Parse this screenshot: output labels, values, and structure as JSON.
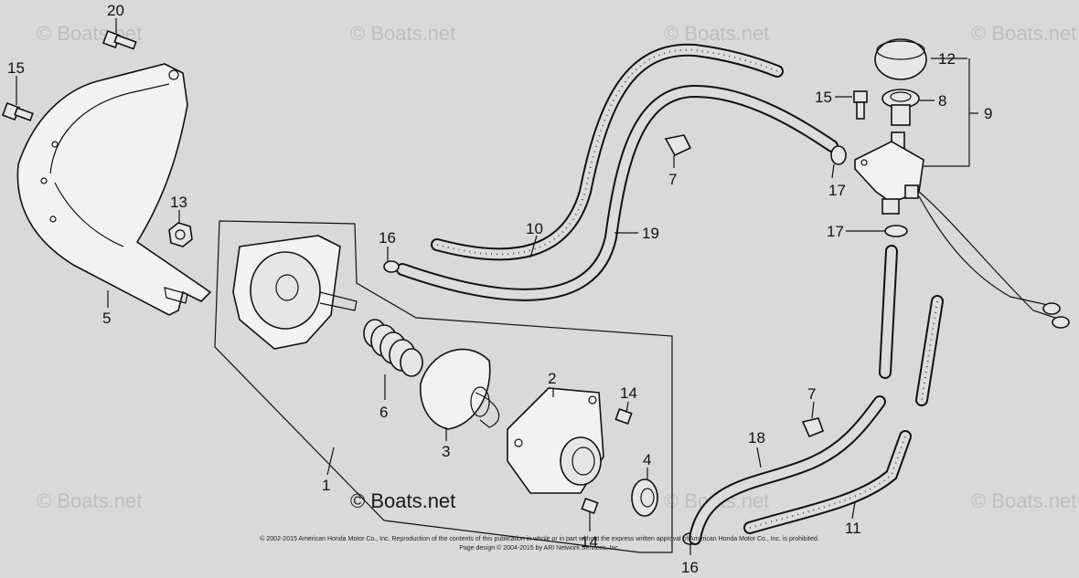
{
  "watermarks": {
    "text": "© Boats.net",
    "main": "© Boats.net"
  },
  "copyright": {
    "line1": "© 2002-2015 American Honda Motor Co., Inc. Reproduction of the contents of this publication in whole or in part without the express written approval of American Honda Motor Co., Inc. is prohibited.",
    "line2": "Page design © 2004-2015 by ARI Network Services, Inc."
  },
  "callouts": {
    "p1": "1",
    "p2": "2",
    "p3": "3",
    "p4": "4",
    "p5": "5",
    "p6": "6",
    "p7a": "7",
    "p7b": "7",
    "p8": "8",
    "p9": "9",
    "p10": "10",
    "p11": "11",
    "p12": "12",
    "p13": "13",
    "p14a": "14",
    "p14b": "14",
    "p15a": "15",
    "p15b": "15",
    "p16a": "16",
    "p16b": "16",
    "p17a": "17",
    "p17b": "17",
    "p18": "18",
    "p19": "19",
    "p20": "20"
  }
}
